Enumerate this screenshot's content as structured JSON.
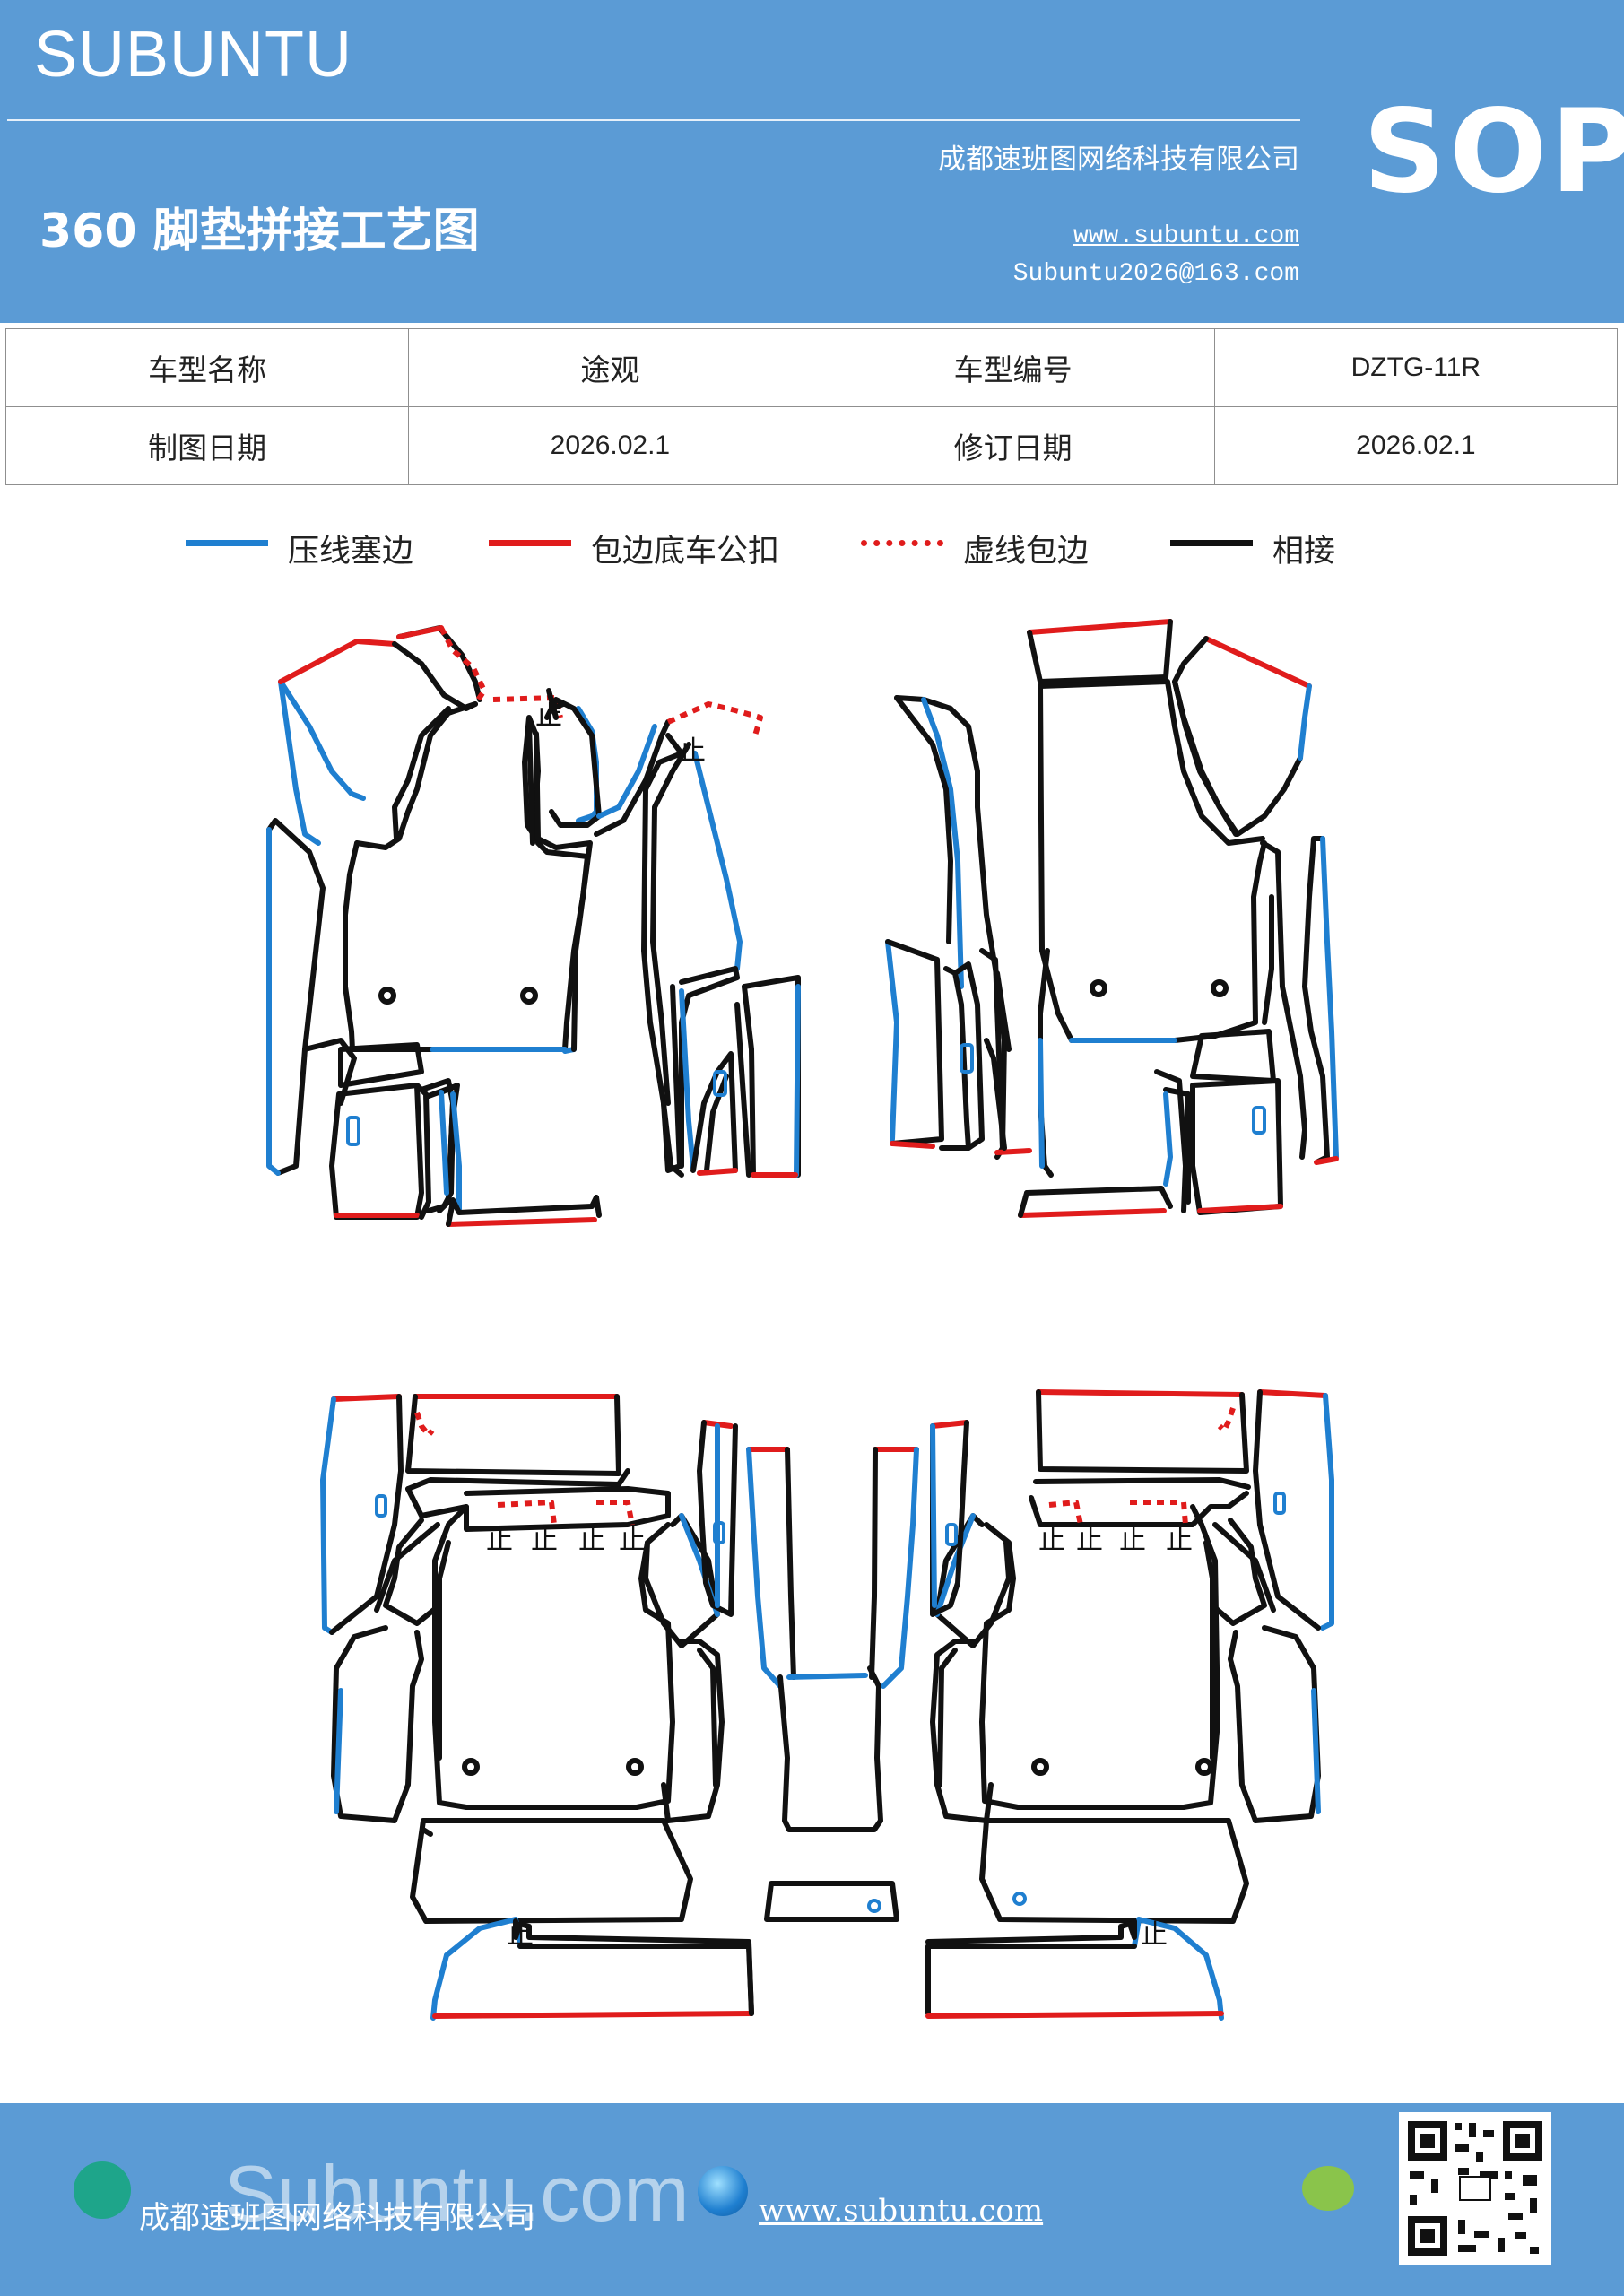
{
  "header": {
    "brand": "SUBUNTU",
    "title": "360 脚垫拼接工艺图",
    "company": "成都速班图网络科技有限公司",
    "website": "www.subuntu.com",
    "email": "Subuntu2026@163.com",
    "badge": "SOP"
  },
  "info_table": {
    "rows": [
      [
        "车型名称",
        "途观",
        "车型编号",
        "DZTG-11R"
      ],
      [
        "制图日期",
        "2026.02.1",
        "修订日期",
        "2026.02.1"
      ]
    ]
  },
  "legend": {
    "items": [
      {
        "label": "压线塞边",
        "color": "#1f7fd0",
        "style": "solid"
      },
      {
        "label": "包边底车公扣",
        "color": "#e01c1c",
        "style": "solid"
      },
      {
        "label": "虚线包边",
        "color": "#e01c1c",
        "style": "dotted"
      },
      {
        "label": "相接",
        "color": "#111111",
        "style": "solid"
      }
    ]
  },
  "drawing": {
    "marker": "止",
    "colors": {
      "blue": "#1f7fd0",
      "red": "#e01c1c",
      "black": "#111111"
    }
  },
  "footer": {
    "company": "成都速班图网络科技有限公司",
    "website": "www.subuntu.com",
    "watermark": "Subuntu.com"
  }
}
